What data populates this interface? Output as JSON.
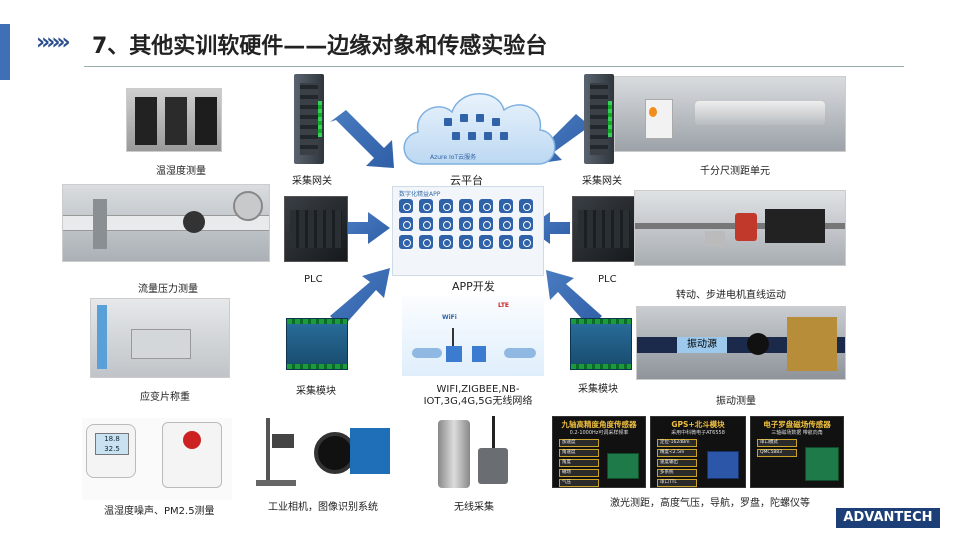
{
  "slide": {
    "title": "7、其他实训软硬件——边缘对象和传感实验台",
    "title_arrows": "»»»",
    "accent_color": "#3f6fb5",
    "logo_text": "ADVANTECH",
    "logo_color": "#1d3f78"
  },
  "captions": {
    "temp_humidity": "温湿度测量",
    "flow_pressure": "流量压力测量",
    "strain_weigh": "应变片称重",
    "noise_pm": "温湿度噪声、PM2.5测量",
    "camera": "工业相机，图像识别系统",
    "wireless_collect": "无线采集",
    "sensors": "激光测距，高度气压，导航，罗盘，陀螺仪等",
    "gateway_left": "采集网关",
    "gateway_right": "采集网关",
    "cloud": "云平台",
    "plc_left": "PLC",
    "plc_right": "PLC",
    "app_dev": "APP开发",
    "module_left": "采集模块",
    "module_right": "采集模块",
    "network": "WIFI,ZIGBEE,NB-IOT,3G,4G,5G无线网络",
    "micrometer": "千分尺测距单元",
    "motor": "转动、步进电机直线运动",
    "vibration": "振动测量"
  },
  "cloud_panel": {
    "label": "Azure IoT云服务"
  },
  "app_panel": {
    "label": "数字化精益APP"
  },
  "photo_labels": {
    "humidity_display": "18.8",
    "humidity_display2": "32.5",
    "vibration_tag": "振动源",
    "network_img_lte": "LTE",
    "network_img_wifi": "WiFi"
  },
  "sensor_cards": [
    {
      "title": "九轴高精度角度传感器",
      "sub": "0.2-1000Hz可调采样频率",
      "items": [
        "加速度",
        "角速度",
        "角度",
        "磁场",
        "气压"
      ]
    },
    {
      "title": "GPS+北斗模块",
      "sub": "采用中科微电子AT6558",
      "items": [
        "定位-162dBm",
        "精度<2.5m",
        "速度输出",
        "多系统",
        "串口TTL"
      ]
    },
    {
      "title": "电子罗盘磁场传感器",
      "sub": "三轴磁场数据 带航向角",
      "items": [
        "串口模式",
        "QMC5883"
      ]
    }
  ]
}
